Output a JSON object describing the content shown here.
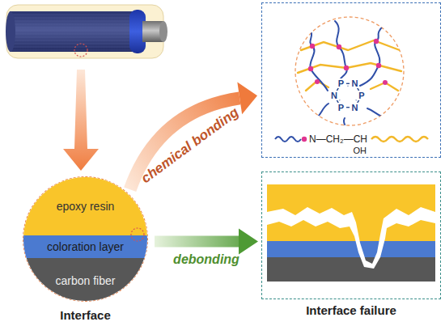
{
  "diagram": {
    "nodes": [
      {
        "text": [
          "Interface"
        ]
      },
      {
        "text": [
          "epoxy resin"
        ],
        "in": 0
      },
      {
        "text": [
          "coloration layer"
        ],
        "in": 0
      },
      {
        "text": [
          "carbon fiber"
        ],
        "in": 0
      },
      {
        "text": [
          "N—CH₂—CH",
          "OH"
        ]
      },
      {
        "text": [
          "Interface failure"
        ]
      }
    ],
    "edges": [
      {
        "from": 0,
        "to": 4,
        "label": "chemical bonding",
        "arrow": "to"
      },
      {
        "from": 0,
        "to": 5,
        "label": "debonding",
        "arrow": "to"
      }
    ],
    "labels": [
      "P",
      "N",
      "P",
      "N",
      "P",
      "N"
    ]
  }
}
